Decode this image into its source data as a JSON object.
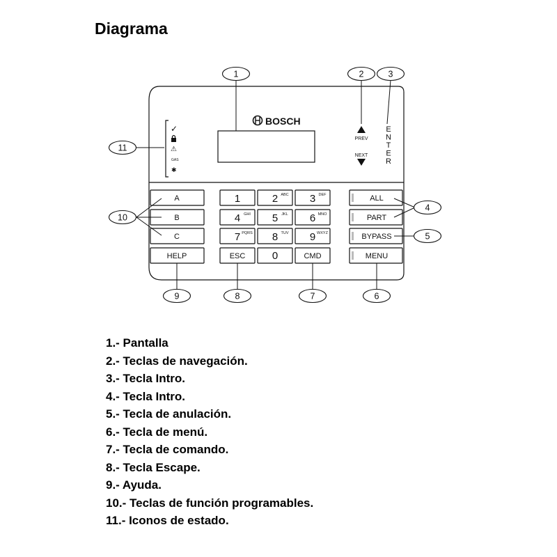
{
  "title": "Diagrama",
  "brand": "BOSCH",
  "nav": {
    "prev": "PREV",
    "next": "NEXT",
    "enter": "ENTER"
  },
  "status_icons": [
    {
      "icon": "check-icon",
      "glyph": "✓"
    },
    {
      "icon": "lock-icon",
      "glyph": ""
    },
    {
      "icon": "warning-icon",
      "glyph": "⚠"
    },
    {
      "icon": "gas-icon",
      "glyph": "GAS"
    },
    {
      "icon": "fire-icon",
      "glyph": "✱"
    }
  ],
  "function_keys": [
    "A",
    "B",
    "C"
  ],
  "help_key": "HELP",
  "digit_keys": [
    {
      "digit": "1",
      "letters": ""
    },
    {
      "digit": "2",
      "letters": "ABC"
    },
    {
      "digit": "3",
      "letters": "DEF"
    },
    {
      "digit": "4",
      "letters": "GHI"
    },
    {
      "digit": "5",
      "letters": "JKL"
    },
    {
      "digit": "6",
      "letters": "MNO"
    },
    {
      "digit": "7",
      "letters": "PQRS"
    },
    {
      "digit": "8",
      "letters": "TUV"
    },
    {
      "digit": "9",
      "letters": "WXYZ"
    }
  ],
  "bottom_keys": {
    "esc": "ESC",
    "zero": "0",
    "cmd": "CMD"
  },
  "right_keys": [
    "ALL",
    "PART",
    "BYPASS",
    "MENU"
  ],
  "callouts": [
    "1",
    "2",
    "3",
    "4",
    "5",
    "6",
    "7",
    "8",
    "9",
    "10",
    "11"
  ],
  "legend": [
    "1.- Pantalla",
    "2.- Teclas de navegación.",
    "3.- Tecla Intro.",
    "4.- Tecla Intro.",
    "5.- Tecla de anulación.",
    "6.- Tecla de menú.",
    "7.- Tecla de comando.",
    "8.- Tecla Escape.",
    "9.- Ayuda.",
    "10.- Teclas de función programables.",
    "11.- Iconos de estado."
  ]
}
